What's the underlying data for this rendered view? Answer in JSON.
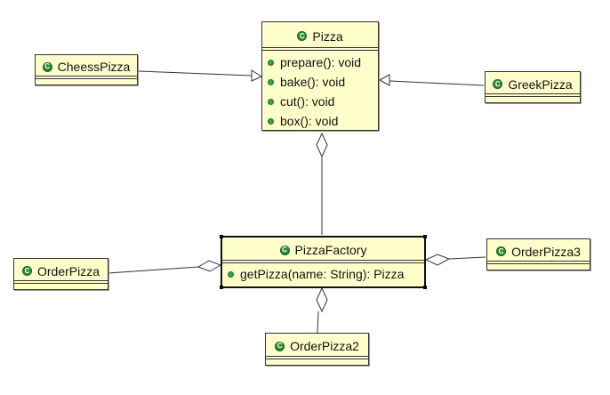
{
  "diagram": {
    "classes": {
      "pizza": {
        "name": "Pizza",
        "operations": [
          "prepare(): void",
          "bake(): void",
          "cut(): void",
          "box(): void"
        ]
      },
      "cheess": {
        "name": "CheessPizza"
      },
      "greek": {
        "name": "GreekPizza"
      },
      "factory": {
        "name": "PizzaFactory",
        "operations": [
          "getPizza(name: String): Pizza"
        ]
      },
      "order1": {
        "name": "OrderPizza"
      },
      "order2": {
        "name": "OrderPizza2"
      },
      "order3": {
        "name": "OrderPizza3"
      }
    },
    "relationships": [
      {
        "from": "CheessPizza",
        "to": "Pizza",
        "kind": "generalization"
      },
      {
        "from": "GreekPizza",
        "to": "Pizza",
        "kind": "generalization"
      },
      {
        "from": "PizzaFactory",
        "to": "Pizza",
        "kind": "aggregation"
      },
      {
        "from": "OrderPizza",
        "to": "PizzaFactory",
        "kind": "aggregation"
      },
      {
        "from": "OrderPizza2",
        "to": "PizzaFactory",
        "kind": "aggregation"
      },
      {
        "from": "OrderPizza3",
        "to": "PizzaFactory",
        "kind": "aggregation"
      }
    ],
    "colors": {
      "class_fill": "#ffffcc",
      "border": "#333333",
      "class_icon": "#2e8b3a"
    }
  }
}
